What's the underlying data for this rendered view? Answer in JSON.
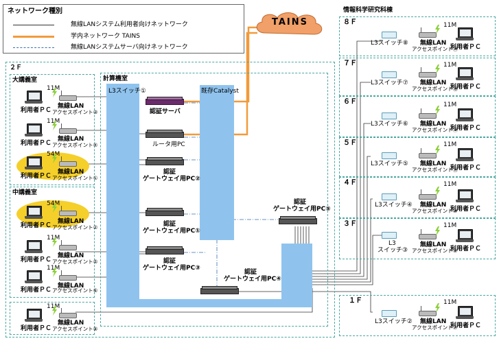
{
  "legend": {
    "title": "ネットワーク種別",
    "items": [
      {
        "label": "無線LANシステム利用者向けネットワーク",
        "color": "#333333",
        "style": "solid"
      },
      {
        "label": "学内ネットワーク TAINS",
        "color": "#f29a3a",
        "style": "thick"
      },
      {
        "label": "無線LANシステムサーバ向けネットワーク",
        "color": "#3a6fb0",
        "style": "dashdot"
      }
    ]
  },
  "cloud": {
    "label": "TAINS"
  },
  "floor2": {
    "label": "２Ｆ",
    "lecture_large": {
      "title": "大講義室",
      "units": [
        {
          "speed": "11M",
          "user": "利用者ＰＣ",
          "ap": "無線LAN",
          "ap_sub": "アクセスポイント③",
          "highlight": false
        },
        {
          "speed": "11M",
          "user": "利用者ＰＣ",
          "ap": "無線LAN",
          "ap_sub": "アクセスポイント④",
          "highlight": false
        },
        {
          "speed": "54M",
          "user": "利用者ＰＣ",
          "ap": "無線LAN",
          "ap_sub": "アクセスポイント①",
          "highlight": true
        }
      ]
    },
    "lecture_mid": {
      "title": "中講義室",
      "units": [
        {
          "speed": "54M",
          "user": "利用者ＰＣ",
          "ap": "無線LAN",
          "ap_sub": "アクセスポイント②",
          "highlight": true
        },
        {
          "speed": "11M",
          "user": "利用者ＰＣ",
          "ap": "無線LAN",
          "ap_sub": "アクセスポイント⑤",
          "highlight": false
        },
        {
          "speed": "11M",
          "user": "利用者ＰＣ",
          "ap": "無線LAN",
          "ap_sub": "アクセスポイント⑥",
          "highlight": false
        }
      ]
    },
    "extra_unit": {
      "speed": "11M",
      "user": "利用者ＰＣ",
      "ap": "無線LAN",
      "ap_sub": "アクセスポイント⑧"
    },
    "computer_room": {
      "title": "計算機室",
      "l3_switch": "L3スイッチ①",
      "catalyst": "既存Catalyst",
      "auth_server": "認証サーバ",
      "router_pc": "ルータ用PC",
      "gw2": [
        "認証",
        "ゲートウェイ用PC②"
      ],
      "gw1": [
        "認証",
        "ゲートウェイ用PC①"
      ],
      "gw3": [
        "認証",
        "ゲートウェイ用PC③"
      ],
      "gw4": [
        "認証",
        "ゲートウェイ用PC④"
      ],
      "gw5": [
        "認証",
        "ゲートウェイ用PC⑤"
      ]
    }
  },
  "info_building": {
    "title": "情報科学研究科棟",
    "floors": [
      {
        "floor": "８Ｆ",
        "switch": "L3スイッチ⑧",
        "speed": "11M",
        "ap": "無線LAN",
        "ap_sub": "アクセスポイント⑭",
        "user": "利用者ＰＣ"
      },
      {
        "floor": "７Ｆ",
        "switch": "L3スイッチ⑦",
        "speed": "11M",
        "ap": "無線LAN",
        "ap_sub": "アクセスポイント⑬",
        "user": "利用者ＰＣ"
      },
      {
        "floor": "６Ｆ",
        "switch": "L3スイッチ⑥",
        "speed": "11M",
        "ap": "無線LAN",
        "ap_sub": "アクセスポイント⑫",
        "user": "利用者ＰＣ"
      },
      {
        "floor": "５Ｆ",
        "switch": "L3スイッチ⑤",
        "speed": "11M",
        "ap": "無線LAN",
        "ap_sub": "アクセスポイント⑪",
        "user": "利用者ＰＣ"
      },
      {
        "floor": "４Ｆ",
        "switch": "L3スイッチ④",
        "speed": "11M",
        "ap": "無線LAN",
        "ap_sub": "アクセスポイント⑩",
        "user": "利用者ＰＣ"
      },
      {
        "floor": "３Ｆ",
        "switch_a": "L3",
        "switch_b": "スイッチ③",
        "speed": "11M",
        "ap": "無線LAN",
        "ap_sub": "アクセスポイント⑨",
        "user": "利用者ＰＣ"
      },
      {
        "floor": "１Ｆ",
        "switch": "L3スイッチ②",
        "speed": "11M",
        "ap": "無線LAN",
        "ap_sub": "アクセスポイント⑦",
        "user": "利用者ＰＣ"
      }
    ]
  }
}
